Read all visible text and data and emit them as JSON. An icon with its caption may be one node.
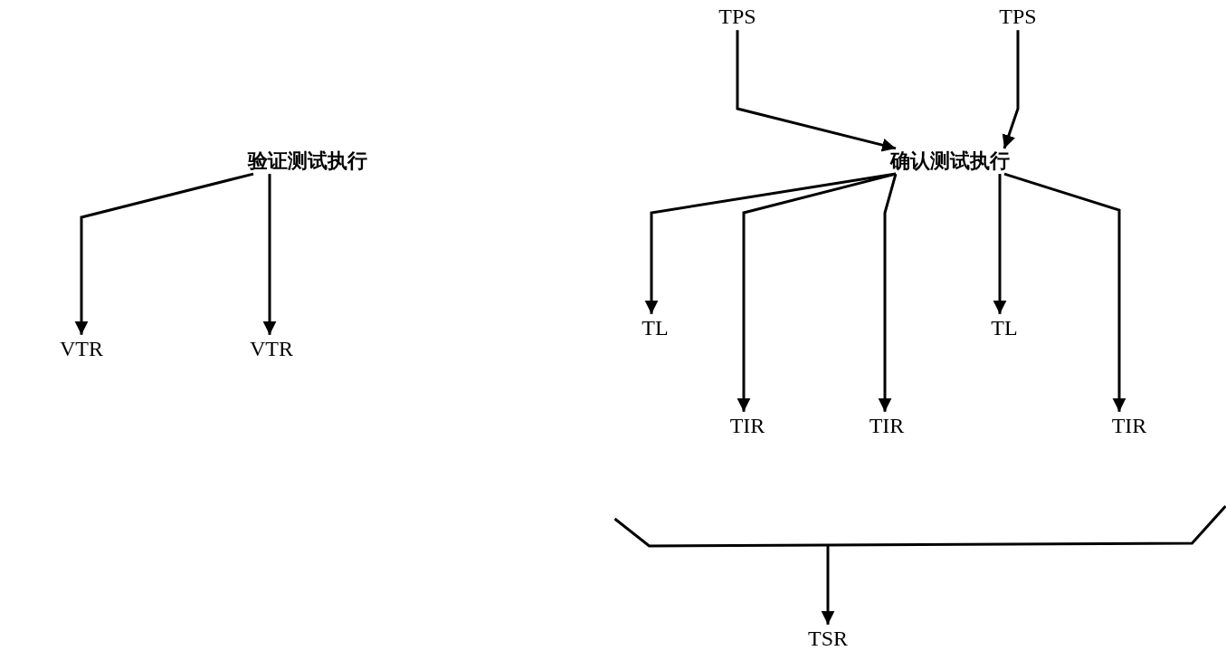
{
  "diagram": {
    "nodes": [
      {
        "text": [
          "验证测试执行"
        ]
      },
      {
        "text": [
          "VTR"
        ]
      },
      {
        "text": [
          "VTR"
        ]
      },
      {
        "text": [
          "TPS"
        ]
      },
      {
        "text": [
          "TPS"
        ]
      },
      {
        "text": [
          "确认测试执行"
        ]
      },
      {
        "text": [
          "TL"
        ]
      },
      {
        "text": [
          "TIR"
        ]
      },
      {
        "text": [
          "TIR"
        ]
      },
      {
        "text": [
          "TL"
        ]
      },
      {
        "text": [
          "TIR"
        ]
      },
      {
        "text": [],
        "shape": "bracket"
      },
      {
        "text": [
          "TSR"
        ]
      }
    ],
    "edges": [
      {
        "from": 0,
        "to": 1,
        "arrow": "to"
      },
      {
        "from": 0,
        "to": 2,
        "arrow": "to"
      },
      {
        "from": 3,
        "to": 5,
        "arrow": "to"
      },
      {
        "from": 4,
        "to": 5,
        "arrow": "to"
      },
      {
        "from": 5,
        "to": 6,
        "arrow": "to"
      },
      {
        "from": 5,
        "to": 7,
        "arrow": "to"
      },
      {
        "from": 5,
        "to": 8,
        "arrow": "to"
      },
      {
        "from": 5,
        "to": 9,
        "arrow": "to"
      },
      {
        "from": 5,
        "to": 10,
        "arrow": "to"
      },
      {
        "from": 11,
        "to": 12,
        "arrow": "to"
      }
    ]
  }
}
